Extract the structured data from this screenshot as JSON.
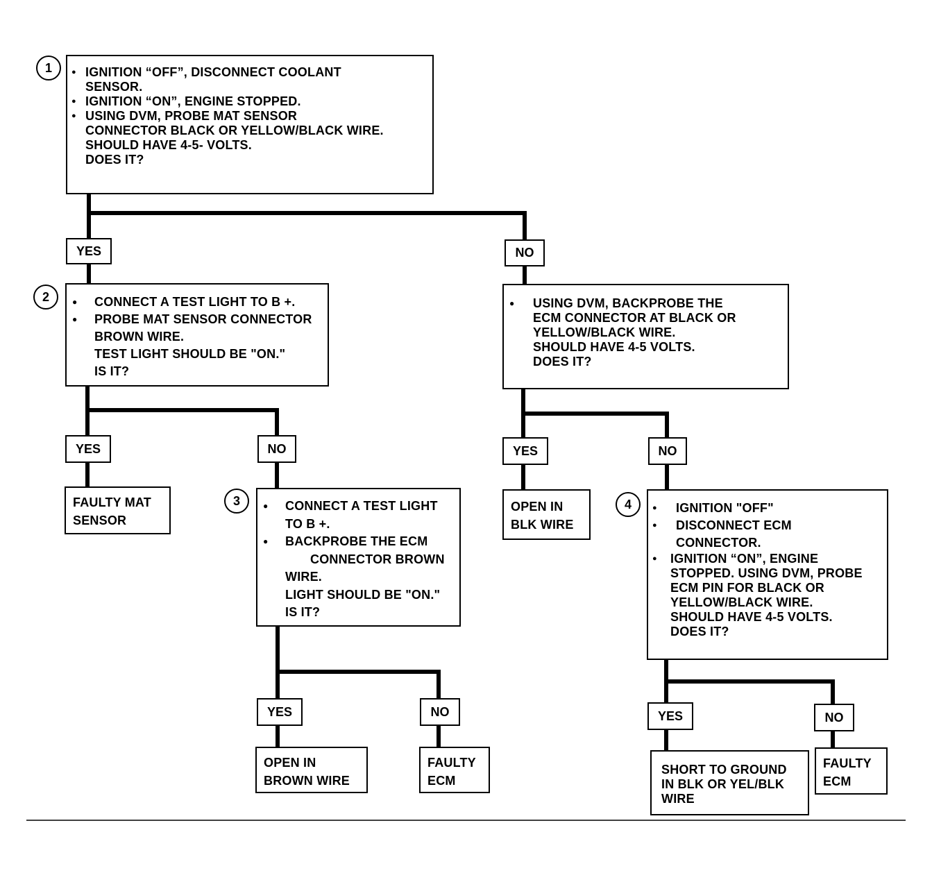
{
  "steps": {
    "s1": {
      "number": "1",
      "lines": [
        "IGNITION “OFF”, DISCONNECT COOLANT",
        "SENSOR.",
        "IGNITION “ON”, ENGINE STOPPED.",
        "USING DVM, PROBE MAT SENSOR",
        "CONNECTOR BLACK OR YELLOW/BLACK WIRE.",
        "SHOULD HAVE 4-5- VOLTS.",
        "DOES IT?"
      ]
    },
    "s2": {
      "number": "2",
      "lines": [
        "CONNECT A TEST LIGHT TO B +.",
        "PROBE MAT SENSOR CONNECTOR",
        "BROWN WIRE.",
        "TEST LIGHT SHOULD BE \"ON.\"",
        "IS IT?"
      ]
    },
    "s_right": {
      "lines": [
        "USING DVM, BACKPROBE THE",
        "ECM CONNECTOR AT BLACK OR",
        "YELLOW/BLACK WIRE.",
        "SHOULD HAVE 4-5 VOLTS.",
        "DOES IT?"
      ]
    },
    "s3": {
      "number": "3",
      "lines": [
        "CONNECT A TEST LIGHT",
        "TO B +.",
        "BACKPROBE THE ECM",
        "CONNECTOR BROWN",
        "WIRE.",
        "LIGHT SHOULD BE \"ON.\"",
        "IS IT?"
      ]
    },
    "s4": {
      "number": "4",
      "lines": [
        "IGNITION \"OFF\"",
        "DISCONNECT ECM",
        "CONNECTOR.",
        "IGNITION “ON”, ENGINE",
        "STOPPED. USING DVM, PROBE",
        "ECM PIN FOR BLACK OR",
        "YELLOW/BLACK WIRE.",
        "SHOULD HAVE 4-5 VOLTS.",
        "DOES IT?"
      ]
    }
  },
  "answers": {
    "yes": "YES",
    "no": "NO"
  },
  "results": {
    "faulty_mat_sensor": [
      "FAULTY MAT",
      "SENSOR"
    ],
    "open_blk_wire": [
      "OPEN IN",
      "BLK WIRE"
    ],
    "open_brown_wire": [
      "OPEN IN",
      "BROWN WIRE"
    ],
    "faulty_ecm": [
      "FAULTY",
      "ECM"
    ],
    "short_to_ground": [
      "SHORT TO GROUND",
      "IN BLK OR YEL/BLK",
      "WIRE"
    ]
  }
}
